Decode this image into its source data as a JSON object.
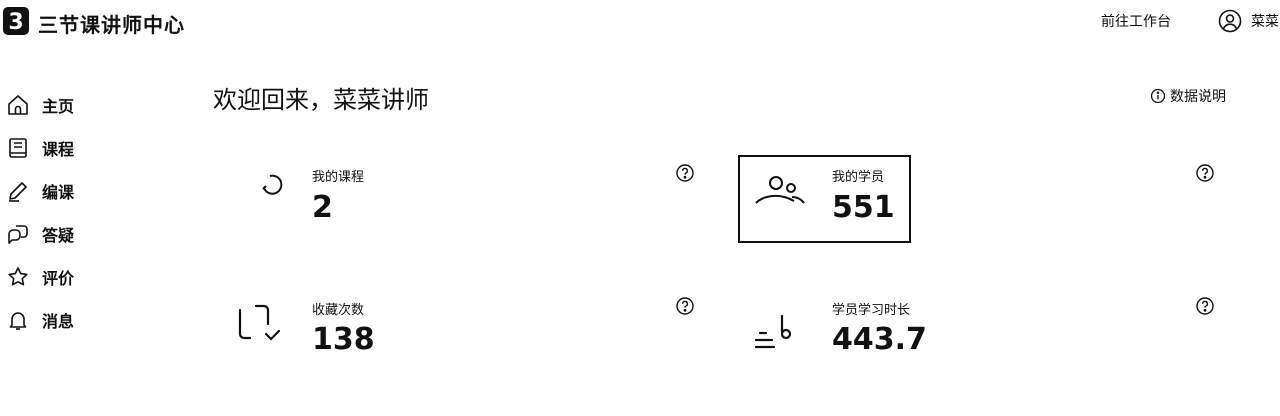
{
  "header": {
    "logo_text": "3",
    "title": "三节课讲师中心",
    "workbench": "前往工作台",
    "user_name": "菜菜"
  },
  "sidebar": {
    "items": [
      {
        "label": "主页",
        "icon": "home-icon"
      },
      {
        "label": "课程",
        "icon": "book-icon"
      },
      {
        "label": "编课",
        "icon": "pencil-icon"
      },
      {
        "label": "答疑",
        "icon": "qa-bubble-icon"
      },
      {
        "label": "评价",
        "icon": "star-icon"
      },
      {
        "label": "消息",
        "icon": "bell-icon"
      }
    ]
  },
  "main": {
    "welcome": "欢迎回来，菜菜讲师",
    "data_desc": "数据说明",
    "stats": [
      {
        "label": "我的课程",
        "value": "2",
        "icon": "course-refresh-icon"
      },
      {
        "label": "我的学员",
        "value": "551",
        "icon": "students-icon"
      },
      {
        "label": "收藏次数",
        "value": "138",
        "icon": "bookmark-check-icon"
      },
      {
        "label": "学员学习时长",
        "value": "443.7",
        "icon": "study-time-icon"
      }
    ]
  },
  "colors": {
    "text": "#111111",
    "background": "#ffffff"
  }
}
